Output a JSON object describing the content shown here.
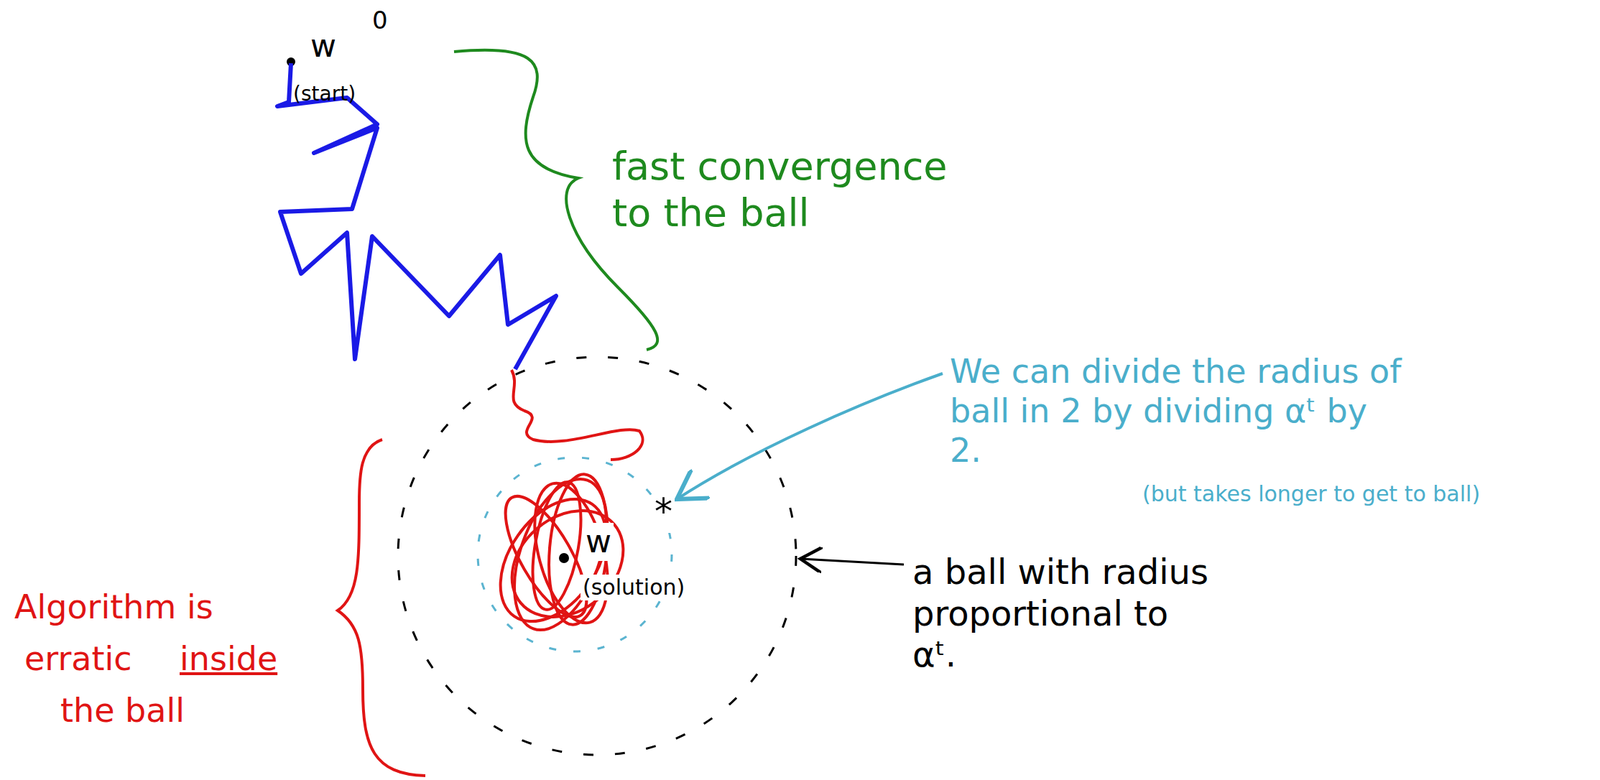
{
  "diagram": {
    "labels": [
      "w",
      "0",
      "(start)",
      "fast convergence to the ball",
      "We can divide the radius of ball in 2 by dividing αᵗ by 2.",
      "(but takes longer to get to ball)",
      "a ball with radius proportional to αᵗ.",
      "w",
      "*",
      "(solution)",
      "Algorithm is",
      "erratic",
      "inside",
      "the ball"
    ]
  }
}
